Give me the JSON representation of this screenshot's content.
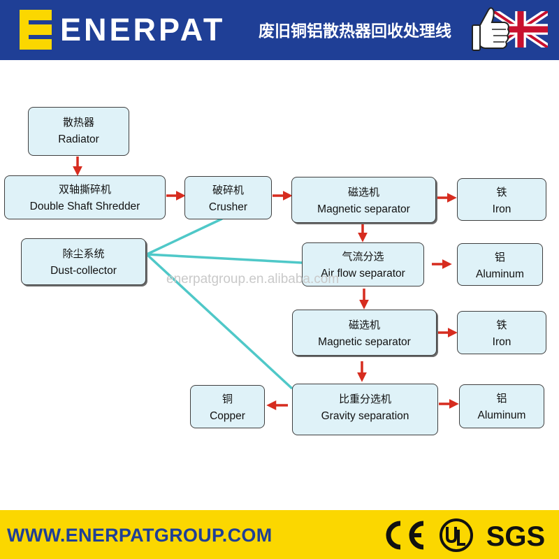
{
  "header": {
    "logo_text": "ENERPAT",
    "title": "废旧铜铝散热器回收处理线"
  },
  "nodes": {
    "radiator": {
      "zh": "散热器",
      "en": "Radiator"
    },
    "shredder": {
      "zh": "双轴撕碎机",
      "en": "Double Shaft Shredder"
    },
    "crusher": {
      "zh": "破碎机",
      "en": "Crusher"
    },
    "magnetic1": {
      "zh": "磁选机",
      "en": "Magnetic separator"
    },
    "iron1": {
      "zh": "铁",
      "en": "Iron"
    },
    "dust": {
      "zh": "除尘系统",
      "en": "Dust-collector"
    },
    "airflow": {
      "zh": "气流分选",
      "en": "Air flow separator"
    },
    "aluminum1": {
      "zh": "铝",
      "en": "Aluminum"
    },
    "magnetic2": {
      "zh": "磁选机",
      "en": "Magnetic separator"
    },
    "iron2": {
      "zh": "铁",
      "en": "Iron"
    },
    "copper": {
      "zh": "铜",
      "en": "Copper"
    },
    "gravity": {
      "zh": "比重分选机",
      "en": "Gravity separation"
    },
    "aluminum2": {
      "zh": "铝",
      "en": "Aluminum"
    }
  },
  "watermark": "enerpatgroup.en.alibaba.com",
  "footer": {
    "url": "WWW.ENERPATGROUP.COM",
    "cert_ce": "CE",
    "cert_ul": "UL",
    "cert_sgs": "SGS"
  },
  "colors": {
    "header_bg": "#1f3f96",
    "logo_yellow": "#fbd700",
    "footer_bg": "#fbd700",
    "node_fill": "#dff2f8",
    "arrow": "#d62c1f",
    "dust_line": "#4fc8c8"
  }
}
